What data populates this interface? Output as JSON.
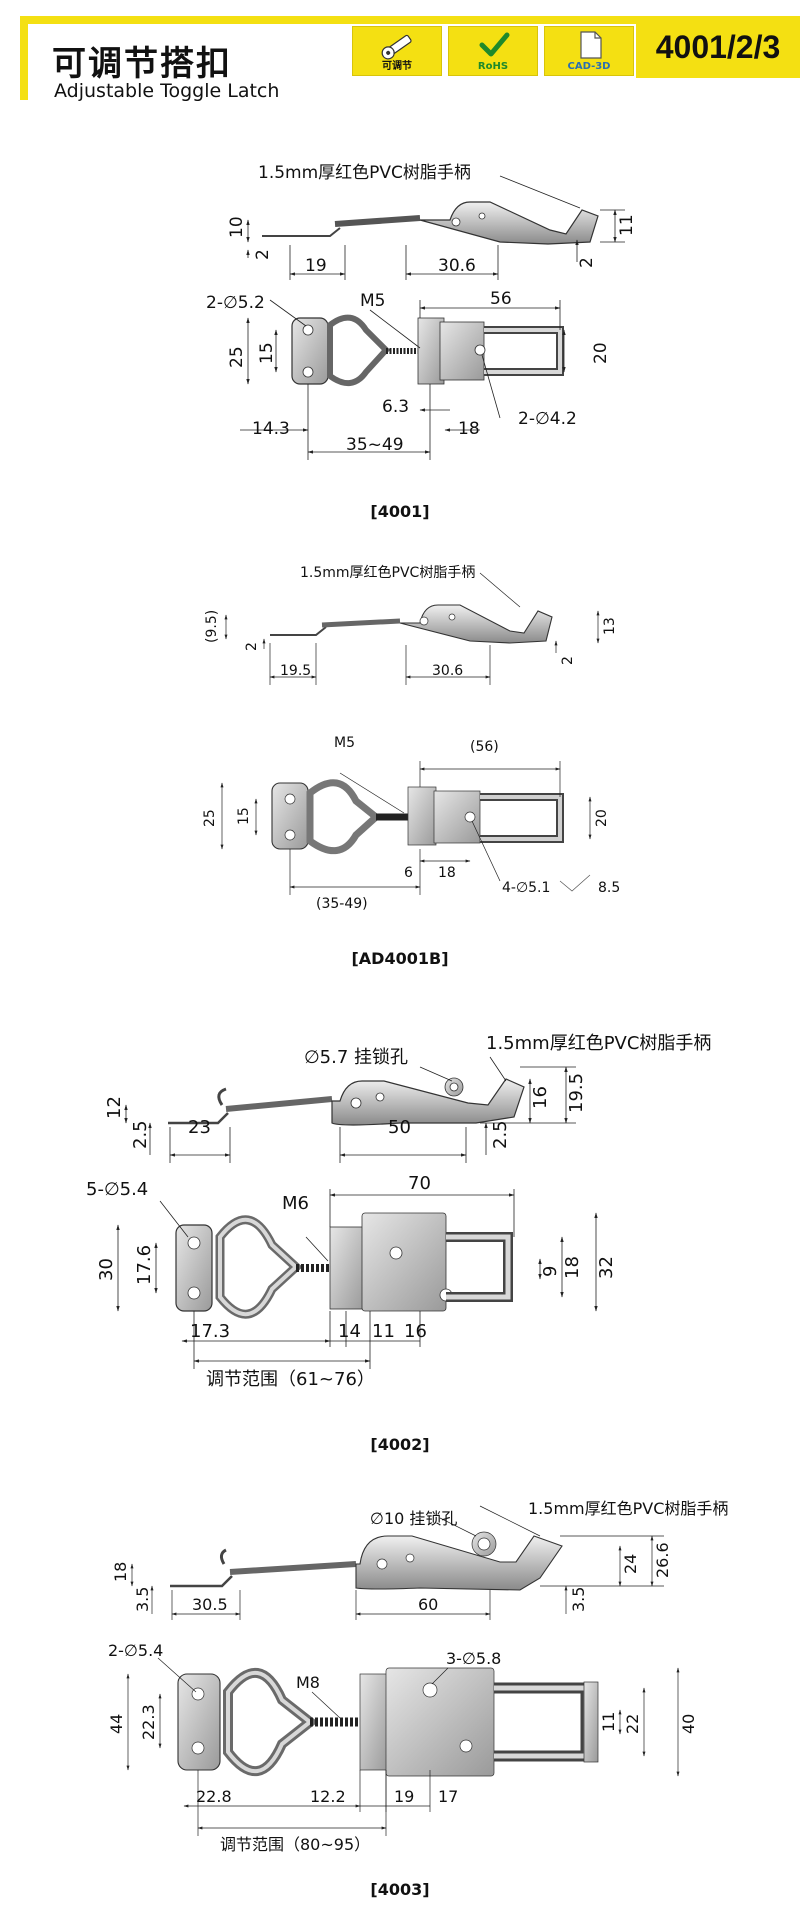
{
  "header": {
    "title_cn": "可调节搭扣",
    "title_en": "Adjustable Toggle Latch",
    "badges": [
      {
        "label": "可调节",
        "icon": "adjustable-icon"
      },
      {
        "label": "RoHS",
        "icon": "rohs-check-icon"
      },
      {
        "label": "CAD-3D",
        "icon": "cad-file-icon"
      }
    ],
    "code": "4001/2/3",
    "accent": "#f4e012"
  },
  "d4001": {
    "caption": "[4001]",
    "handle_note": "1.5mm厚红色PVC树脂手柄",
    "dims": {
      "h10": "10",
      "h2a": "2",
      "w19": "19",
      "w306": "30.6",
      "h2b": "2",
      "h11": "11",
      "hole2": "2-∅5.2",
      "m5": "M5",
      "w56": "56",
      "h25": "25",
      "h15": "15",
      "h20": "20",
      "w63": "6.3",
      "w143": "14.3",
      "w18": "18",
      "hole2b": "2-∅4.2",
      "range": "35~49"
    }
  },
  "dAD4001B": {
    "caption": "[AD4001B]",
    "handle_note": "1.5mm厚红色PVC树脂手柄",
    "dims": {
      "h95": "(9.5)",
      "h2a": "2",
      "w195": "19.5",
      "w306": "30.6",
      "h13": "13",
      "h2b": "2",
      "m5": "M5",
      "w56": "(56)",
      "h25": "25",
      "h15": "15",
      "h20": "20",
      "w6": "6",
      "w18": "18",
      "range": "(35-49)",
      "hole4": "4-∅5.1",
      "w85": "8.5"
    }
  },
  "d4002": {
    "caption": "[4002]",
    "handle_note": "1.5mm厚红色PVC树脂手柄",
    "lock_note": "∅5.7 挂锁孔",
    "dims": {
      "h12": "12",
      "h25a": "2.5",
      "w23": "23",
      "w50": "50",
      "h25b": "2.5",
      "h16": "16",
      "h195": "19.5",
      "hole5": "5-∅5.4",
      "m6": "M6",
      "w70": "70",
      "h30": "30",
      "h176": "17.6",
      "h9": "9",
      "h18": "18",
      "h32": "32",
      "w173": "17.3",
      "w14": "14",
      "w11": "11",
      "w16": "16",
      "range": "调节范围（61~76）"
    }
  },
  "d4003": {
    "caption": "[4003]",
    "handle_note": "1.5mm厚红色PVC树脂手柄",
    "lock_note": "∅10 挂锁孔",
    "dims": {
      "h18": "18",
      "h35a": "3.5",
      "w305": "30.5",
      "w60": "60",
      "h35b": "3.5",
      "h24": "24",
      "h266": "26.6",
      "hole2": "2-∅5.4",
      "hole3": "3-∅5.8",
      "m8": "M8",
      "h44": "44",
      "h223": "22.3",
      "h11": "11",
      "h22": "22",
      "h40": "40",
      "w228": "22.8",
      "w122": "12.2",
      "w19": "19",
      "w17": "17",
      "range": "调节范围（80~95）"
    }
  }
}
